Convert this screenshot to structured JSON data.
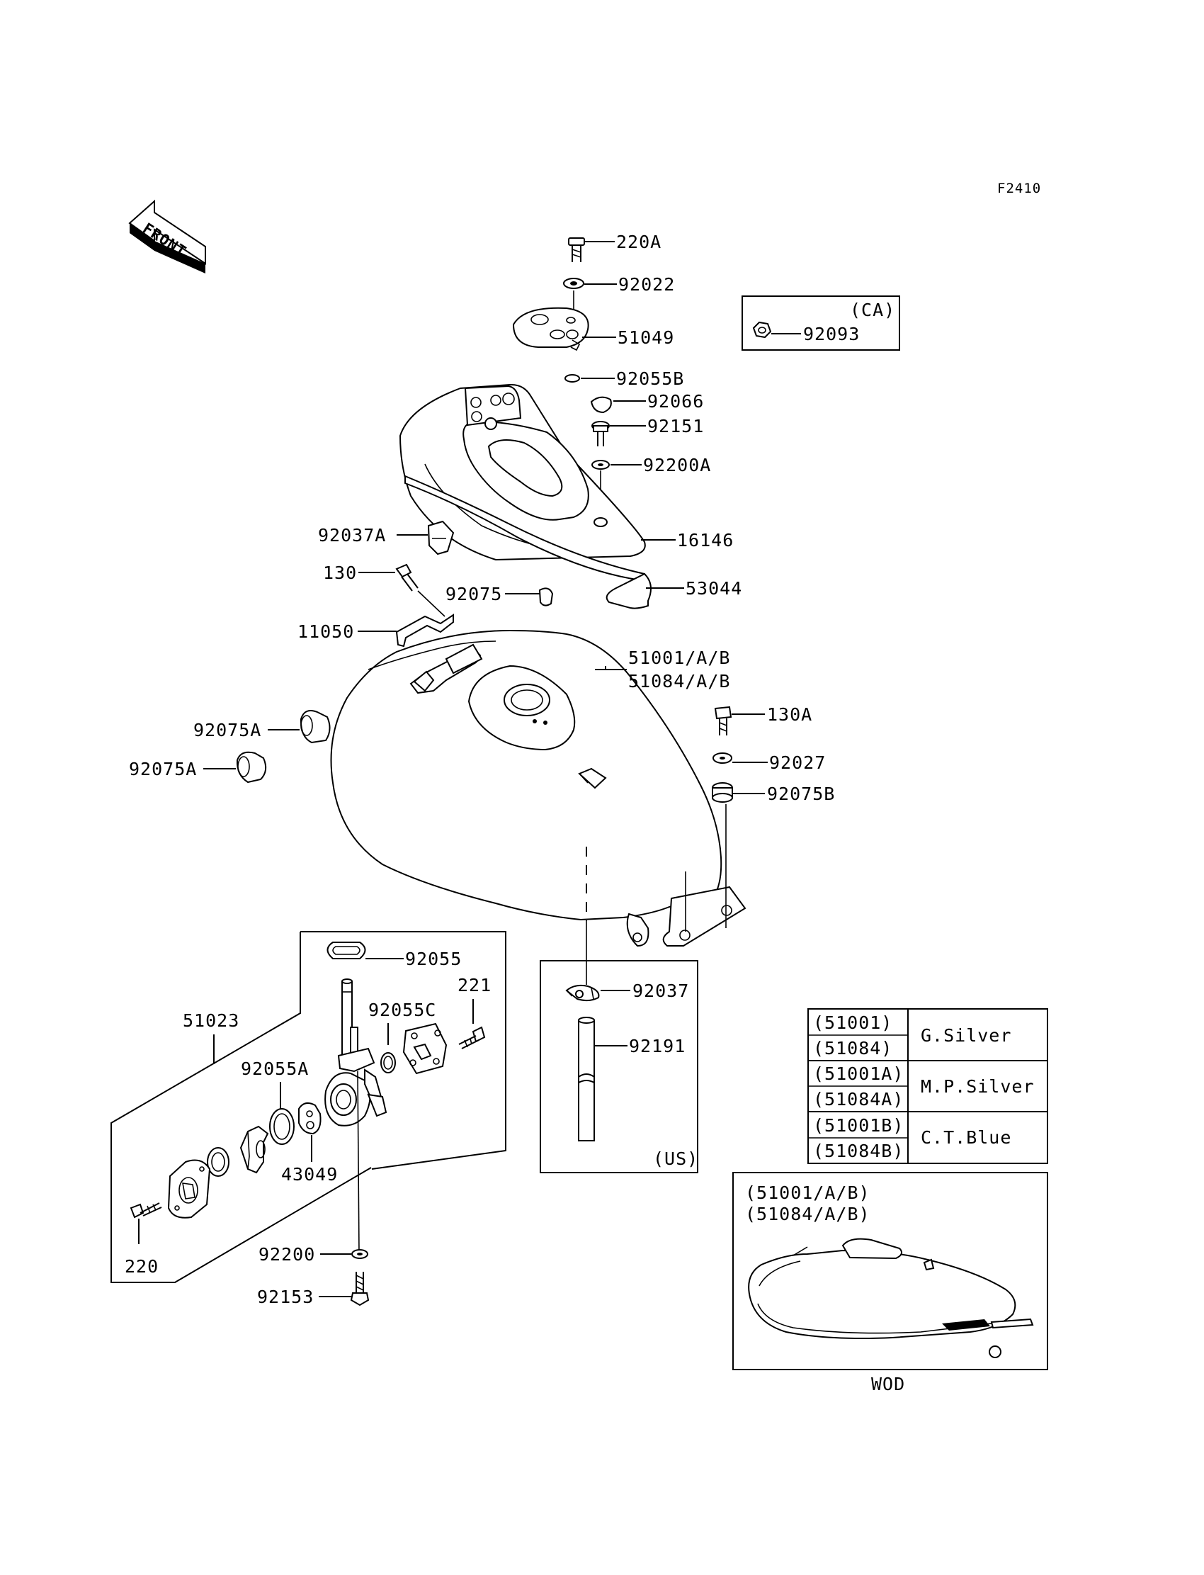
{
  "figure_code": "F2410",
  "front_arrow_label": "FRONT",
  "labels": {
    "p220A": "220A",
    "p92022": "92022",
    "p51049": "51049",
    "p92055B": "92055B",
    "p92066": "92066",
    "p92151": "92151",
    "p92200A": "92200A",
    "p92037A": "92037A",
    "p16146": "16146",
    "p130": "130",
    "p92075": "92075",
    "p53044": "53044",
    "p11050": "11050",
    "p51001": "51001/A/B",
    "p51084": "51084/A/B",
    "p92075A_1": "92075A",
    "p92075A_2": "92075A",
    "p130A": "130A",
    "p92027": "92027",
    "p92075B": "92075B",
    "p92055": "92055",
    "p221": "221",
    "p51023": "51023",
    "p92055C": "92055C",
    "p92055A": "92055A",
    "p43049": "43049",
    "p220": "220",
    "p92200": "92200",
    "p92153": "92153",
    "p92037": "92037",
    "p92191": "92191"
  },
  "ca_box": {
    "region": "(CA)",
    "part": "92093"
  },
  "us_box": {
    "region": "(US)"
  },
  "color_table": [
    {
      "parts": [
        "(51001)",
        "(51084)"
      ],
      "color": "G.Silver"
    },
    {
      "parts": [
        "(51001A)",
        "(51084A)"
      ],
      "color": "M.P.Silver"
    },
    {
      "parts": [
        "(51001B)",
        "(51084B)"
      ],
      "color": "C.T.Blue"
    }
  ],
  "wod_box": {
    "line1": "(51001/A/B)",
    "line2": "(51084/A/B)",
    "caption": "WOD"
  }
}
